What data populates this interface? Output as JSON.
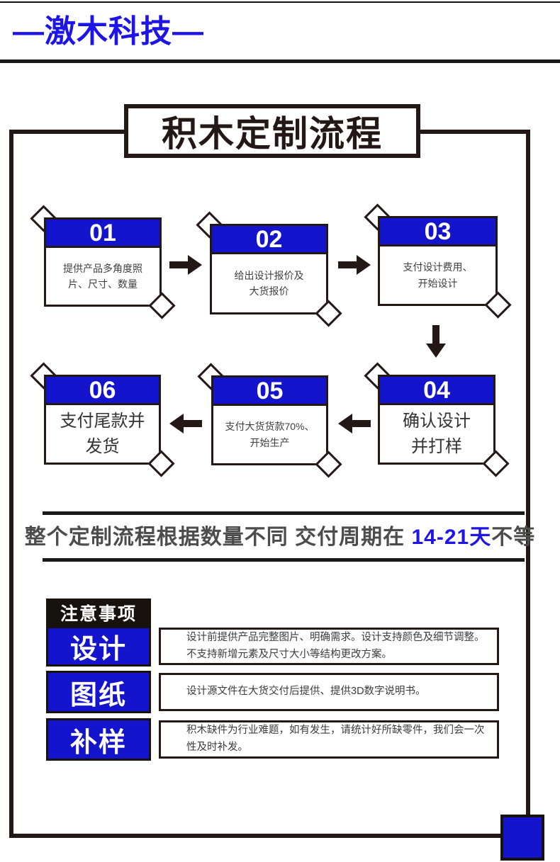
{
  "brand": {
    "logo_text": "—激木科技—"
  },
  "title": "积木定制流程",
  "flow_steps": [
    {
      "num": "01",
      "text": "提供产品多角度照\n片、尺寸、数量"
    },
    {
      "num": "02",
      "text": "给出设计报价及\n大货报价"
    },
    {
      "num": "03",
      "text": "支付设计费用、\n开始设计"
    },
    {
      "num": "04",
      "text": "确认设计\n并打样"
    },
    {
      "num": "05",
      "text": "支付大货货款70%、\n开始生产"
    },
    {
      "num": "06",
      "text": "支付尾款并\n发货"
    }
  ],
  "delivery_note": {
    "prefix": "整个定制流程根据数量不同 交付周期在 ",
    "highlight": "14-21天",
    "suffix": "不等"
  },
  "notes": {
    "header": "注意事项",
    "rows": [
      {
        "label": "设计",
        "desc": "设计前提供产品完整图片、明确需求。设计支持颜色及细节调整。不支持新增元素及尺寸大小等结构更改方案。"
      },
      {
        "label": "图纸",
        "desc": "设计源文件在大货交付后提供、提供3D数字说明书。"
      },
      {
        "label": "补样",
        "desc": "积木缺件为行业难题，如有发生，请统计好所缺零件，我们会一次性及时补发。"
      }
    ]
  },
  "icons": {
    "flow_connectors": [
      "arrow-right-icon",
      "arrow-right-icon",
      "arrow-down-icon",
      "arrow-left-icon",
      "arrow-left-icon"
    ],
    "card_decorations": "diamond-icon"
  },
  "colors": {
    "accent_blue": "#1514cd",
    "logo_blue": "#1c15e6",
    "highlight_blue": "#1f15e6",
    "ink": "#231815",
    "delivery_text_gray": "#4c4c4c",
    "notes_header_black": "#18120f"
  }
}
